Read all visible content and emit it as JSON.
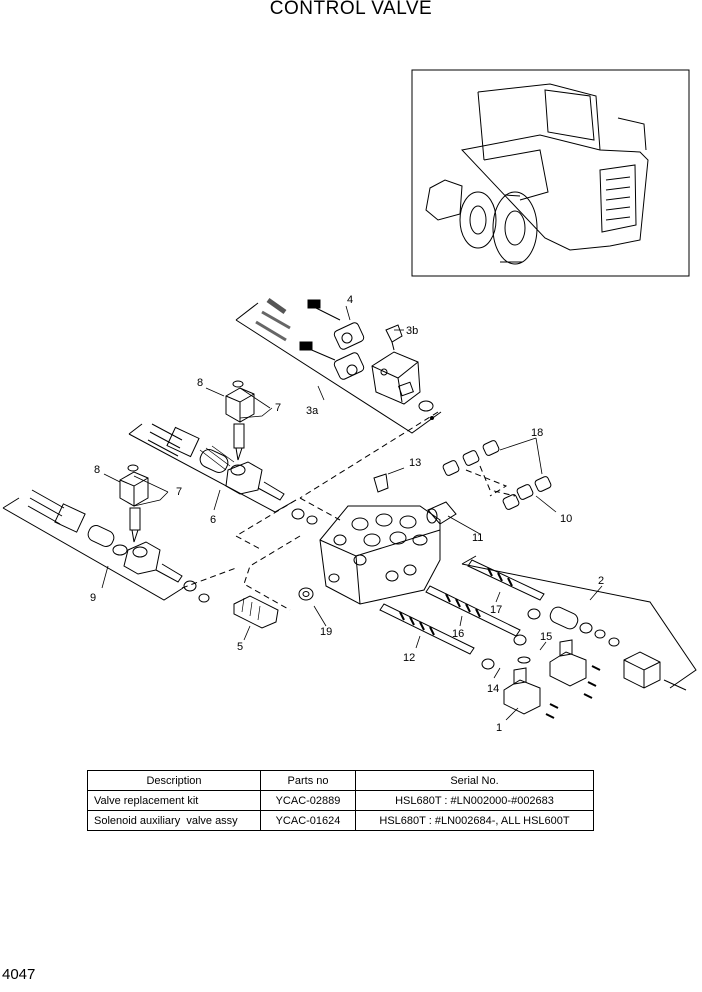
{
  "page": {
    "title": "CONTROL VALVE",
    "page_number": "4047"
  },
  "callouts": [
    "1",
    "2",
    "3a",
    "3b",
    "4",
    "5",
    "6",
    "7",
    "7",
    "8",
    "8",
    "9",
    "10",
    "11",
    "12",
    "13",
    "14",
    "15",
    "16",
    "17",
    "18",
    "19"
  ],
  "table": {
    "headers": [
      "Description",
      "Parts no",
      "Serial No."
    ],
    "rows": [
      [
        "Valve replacement kit",
        "YCAC-02889",
        "HSL680T : #LN002000-#002683"
      ],
      [
        "Solenoid auxiliary  valve assy",
        "YCAC-01624",
        "HSL680T : #LN002684-, ALL HSL600T"
      ]
    ]
  }
}
